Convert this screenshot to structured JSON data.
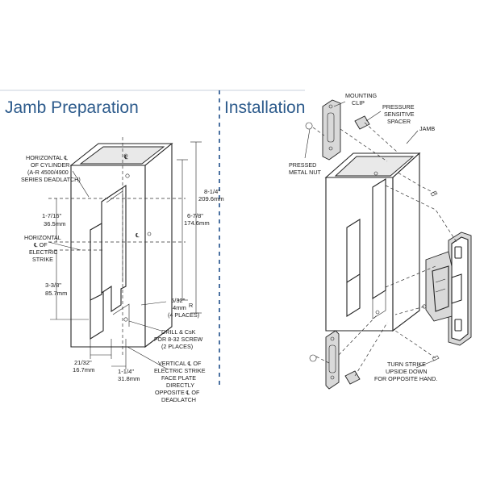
{
  "sections": {
    "left_title": "Jamb Preparation",
    "right_title": "Installation"
  },
  "colors": {
    "title": "#2d5b8c",
    "top_rule": "#c8d0dc",
    "divider": "#1f4f8a"
  },
  "jamb_prep": {
    "horizontal_cyl": [
      "HORIZONTAL ℄",
      "OF CYLINDER",
      "(A-R 4500/4900",
      "SERIES DEADLATCH)"
    ],
    "dim_1_7_16": [
      "1-7/16\"",
      "36.5mm"
    ],
    "horizontal_strike": [
      "HORIZONTAL",
      "℄ OF",
      "ELECTRIC",
      "STRIKE"
    ],
    "dim_3_3_8": [
      "3-3/8\"",
      "85.7mm"
    ],
    "dim_8_1_4": [
      "8-1/4\"",
      "209.6mm"
    ],
    "dim_6_7_8": [
      "6-7/8\"",
      "174.6mm"
    ],
    "dim_5_32": [
      "5/32\"",
      "4mm",
      "(4 PLACES)"
    ],
    "radius_mark": "R",
    "drill": [
      "DRILL & CsK",
      "FOR 8-32 SCREW",
      "(2 PLACES)"
    ],
    "dim_21_32": [
      "21/32\"",
      "16.7mm"
    ],
    "dim_1_1_4": [
      "1-1/4\"",
      "31.8mm"
    ],
    "vertical_note": [
      "VERTICAL ℄ OF",
      "ELECTRIC STRIKE",
      "FACE PLATE",
      "DIRECTLY",
      "OPPOSITE ℄ OF",
      "DEADLATCH"
    ]
  },
  "installation": {
    "mounting_clip": [
      "MOUNTING",
      "CLIP"
    ],
    "spacer": [
      "PRESSURE",
      "SENSITIVE",
      "SPACER"
    ],
    "jamb": "JAMB",
    "nut": [
      "PRESSED",
      "METAL NUT"
    ],
    "turn_strike": [
      "TURN STRIKE",
      "UPSIDE DOWN",
      "FOR OPPOSITE HAND."
    ]
  }
}
